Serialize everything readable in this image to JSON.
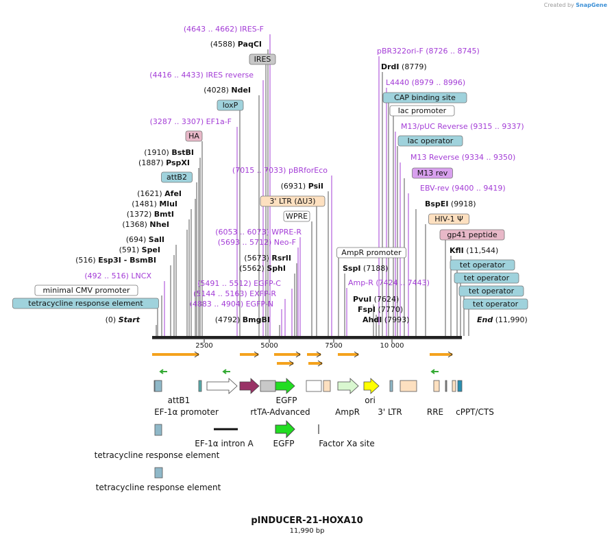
{
  "credit": {
    "prefix": "Created by",
    "brand": "SnapGene"
  },
  "map": {
    "name": "pINDUCER-21-HOXA10",
    "size_label": "11,990 bp"
  },
  "ruler": {
    "ticks": [
      "2500",
      "5000",
      "7500",
      "10 000"
    ]
  },
  "colors": {
    "primer": "#a33cd6",
    "site": "#111111",
    "orf_arrow": "#f4a21d",
    "egfp": "#22dd22",
    "cyan_feature": "#9fd2dc",
    "peach_feature": "#fde0c0",
    "pink_feature": "#e8b8c8",
    "violet_feature": "#d8a0ee"
  },
  "annotations": [
    {
      "kind": "primer",
      "name": "IRES-F",
      "pos": "(4643 .. 4662)"
    },
    {
      "kind": "site",
      "name": "PaqCI",
      "pos": "(4588)"
    },
    {
      "kind": "feature",
      "name": "IRES",
      "style": "gray"
    },
    {
      "kind": "primer",
      "name": "IRES reverse",
      "pos": "(4416 .. 4433)"
    },
    {
      "kind": "site",
      "name": "NdeI",
      "pos": "(4028)"
    },
    {
      "kind": "feature",
      "name": "loxP",
      "style": "cyan"
    },
    {
      "kind": "primer",
      "name": "EF1a-F",
      "pos": "(3287 .. 3307)"
    },
    {
      "kind": "feature",
      "name": "HA",
      "style": "pink"
    },
    {
      "kind": "site",
      "name": "BstBI",
      "pos": "(1910)"
    },
    {
      "kind": "site",
      "name": "PspXI",
      "pos": "(1887)"
    },
    {
      "kind": "feature",
      "name": "attB2",
      "style": "cyan"
    },
    {
      "kind": "site",
      "name": "AfeI",
      "pos": "(1621)"
    },
    {
      "kind": "site",
      "name": "MluI",
      "pos": "(1481)"
    },
    {
      "kind": "site",
      "name": "BmtI",
      "pos": "(1372)"
    },
    {
      "kind": "site",
      "name": "NheI",
      "pos": "(1368)"
    },
    {
      "kind": "site",
      "name": "SalI",
      "pos": "(694)"
    },
    {
      "kind": "site",
      "name": "SpeI",
      "pos": "(591)"
    },
    {
      "kind": "site",
      "name": "Esp3I  -  BsmBI",
      "pos": "(516)"
    },
    {
      "kind": "primer",
      "name": "LNCX",
      "pos": "(492 .. 516)"
    },
    {
      "kind": "feature",
      "name": "minimal CMV promoter",
      "style": "white"
    },
    {
      "kind": "feature",
      "name": "tetracycline response element",
      "style": "cyan"
    },
    {
      "kind": "site",
      "name": "Start",
      "pos": "(0)"
    },
    {
      "kind": "primer",
      "name": "pBRforEco",
      "pos": "(7015 .. 7033)"
    },
    {
      "kind": "site",
      "name": "PsiI",
      "pos": "(6931)"
    },
    {
      "kind": "feature",
      "name": "3' LTR (ΔU3)",
      "style": "peach"
    },
    {
      "kind": "feature",
      "name": "WPRE",
      "style": "white"
    },
    {
      "kind": "primer",
      "name": "WPRE-R",
      "pos": "(6053 .. 6073)"
    },
    {
      "kind": "primer",
      "name": "Neo-F",
      "pos": "(5693 .. 5712)"
    },
    {
      "kind": "site",
      "name": "RsrII",
      "pos": "(5673)"
    },
    {
      "kind": "site",
      "name": "SphI",
      "pos": "(5562)"
    },
    {
      "kind": "primer",
      "name": "EGFP-C",
      "pos": "(5491 .. 5512)"
    },
    {
      "kind": "primer",
      "name": "EXFP-R",
      "pos": "(5144 .. 5163)"
    },
    {
      "kind": "primer",
      "name": "EGFP-N",
      "pos": "(4883 .. 4904)"
    },
    {
      "kind": "site",
      "name": "BmgBI",
      "pos": "(4792)"
    },
    {
      "kind": "primer",
      "name": "pBR322ori-F",
      "pos": "(8726 .. 8745)"
    },
    {
      "kind": "site",
      "name": "DrdI",
      "pos": "(8779)"
    },
    {
      "kind": "primer",
      "name": "L4440",
      "pos": "(8979 .. 8996)"
    },
    {
      "kind": "feature",
      "name": "CAP binding site",
      "style": "cyan"
    },
    {
      "kind": "feature",
      "name": "lac promoter",
      "style": "white"
    },
    {
      "kind": "primer",
      "name": "M13/pUC Reverse",
      "pos": "(9315 .. 9337)"
    },
    {
      "kind": "feature",
      "name": "lac operator",
      "style": "cyan"
    },
    {
      "kind": "primer",
      "name": "M13 Reverse",
      "pos": "(9334 .. 9350)"
    },
    {
      "kind": "feature",
      "name": "M13 rev",
      "style": "violet"
    },
    {
      "kind": "primer",
      "name": "EBV-rev",
      "pos": "(9400 .. 9419)"
    },
    {
      "kind": "site",
      "name": "BspEI",
      "pos": "(9918)"
    },
    {
      "kind": "feature",
      "name": "HIV-1 Ψ",
      "style": "peach"
    },
    {
      "kind": "feature",
      "name": "gp41 peptide",
      "style": "pink"
    },
    {
      "kind": "site",
      "name": "KflI",
      "pos": "(11,544)"
    },
    {
      "kind": "feature",
      "name": "tet operator",
      "style": "cyan"
    },
    {
      "kind": "feature",
      "name": "tet operator",
      "style": "cyan"
    },
    {
      "kind": "feature",
      "name": "tet operator",
      "style": "cyan"
    },
    {
      "kind": "feature",
      "name": "tet operator",
      "style": "cyan"
    },
    {
      "kind": "feature",
      "name": "AmpR promoter",
      "style": "white"
    },
    {
      "kind": "site",
      "name": "SspI",
      "pos": "(7188)"
    },
    {
      "kind": "primer",
      "name": "Amp-R",
      "pos": "(7424 .. 7443)"
    },
    {
      "kind": "site",
      "name": "PvuI",
      "pos": "(7624)"
    },
    {
      "kind": "site",
      "name": "FspI",
      "pos": "(7770)"
    },
    {
      "kind": "site",
      "name": "AhdI",
      "pos": "(7993)"
    },
    {
      "kind": "site",
      "name": "End",
      "pos": "(11,990)"
    }
  ],
  "bottom_labels": [
    "attB1",
    "EF-1α promoter",
    "EGFP",
    "rtTA-Advanced",
    "ori",
    "AmpR",
    "3' LTR",
    "RRE",
    "cPPT/CTS",
    "EF-1α intron A",
    "EGFP",
    "Factor Xa site",
    "tetracycline response element",
    "tetracycline response element"
  ]
}
